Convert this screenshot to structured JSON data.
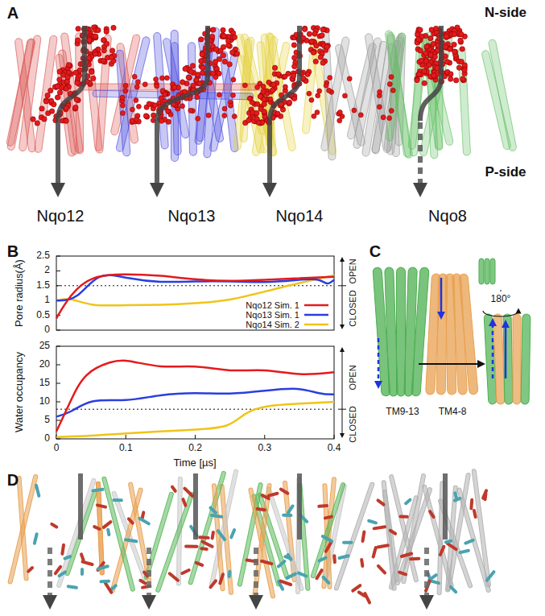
{
  "diagram": {
    "labels": [
      "A",
      "N-side",
      "P-side",
      "Nqo12",
      "Nqo13",
      "Nqo14",
      "Nqo8",
      "B",
      "2.5",
      "2",
      "1.5",
      "1",
      "0.5",
      "0",
      "Pore radius(Å)",
      "CLOSED",
      "OPEN",
      "25",
      "20",
      "15",
      "10",
      "5",
      "0",
      "Water occupancy",
      "CLOSED",
      "OPEN",
      "0",
      "0.1",
      "0.2",
      "0.3",
      "0.4",
      "Time [µs]",
      "C",
      "TM9-13",
      "TM4-8",
      "180°",
      "D"
    ],
    "legend": [
      {
        "text": "Nqo12 Sim. 1"
      },
      {
        "text": "Nqo13 Sim. 1"
      },
      {
        "text": "Nqo14 Sim. 2"
      }
    ]
  }
}
